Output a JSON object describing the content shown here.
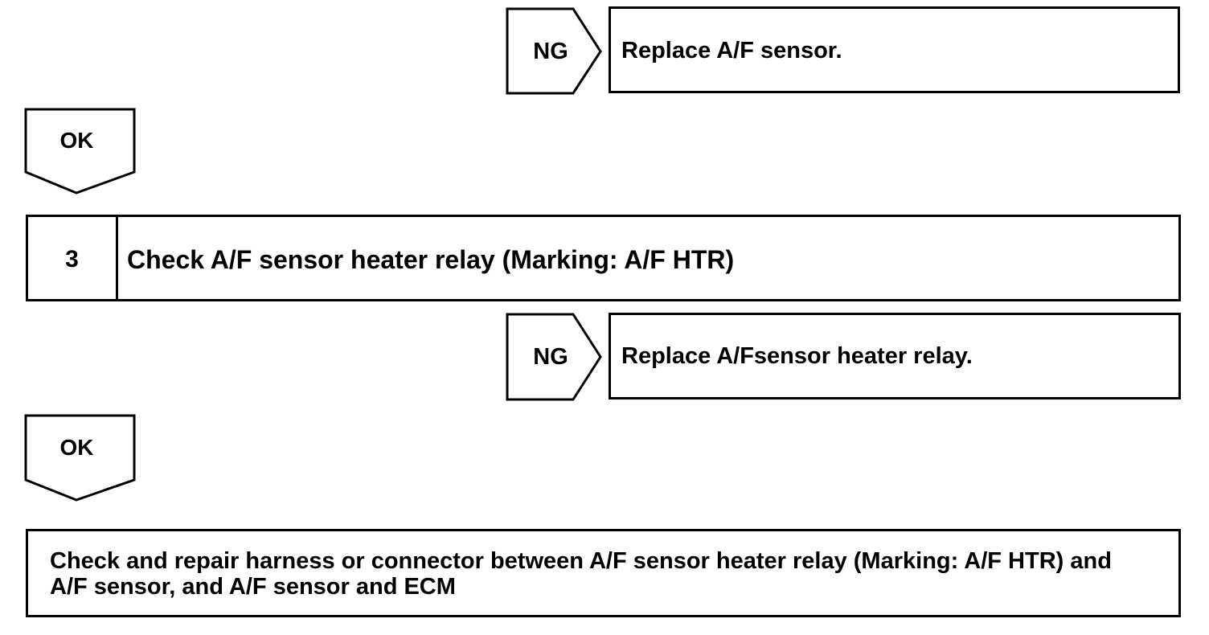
{
  "step1_ng": {
    "tag": "NG",
    "action": "Replace A/F sensor."
  },
  "step1_ok": {
    "tag": "OK"
  },
  "step3": {
    "number": "3",
    "title": "Check A/F sensor heater relay (Marking: A/F HTR)"
  },
  "step3_ng": {
    "tag": "NG",
    "action": "Replace A/Fsensor heater relay."
  },
  "step3_ok": {
    "tag": "OK"
  },
  "final": {
    "line1": "Check and repair harness or connector between A/F sensor heater relay (Marking: A/F HTR) and",
    "line2": "A/F sensor, and A/F sensor and ECM"
  }
}
